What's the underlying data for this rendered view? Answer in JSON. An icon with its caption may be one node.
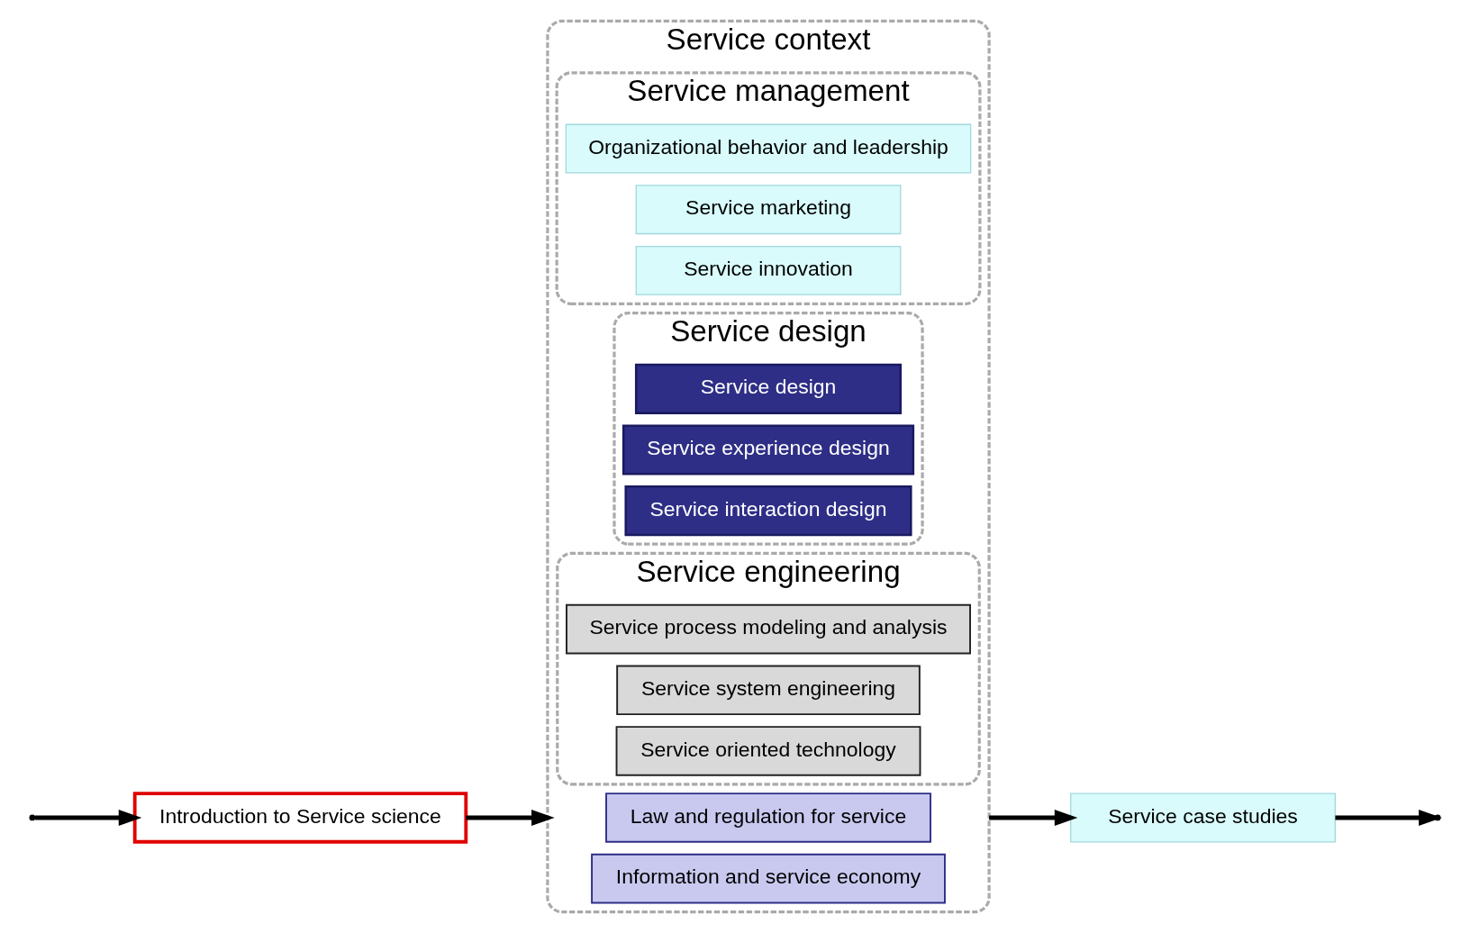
{
  "diagram": {
    "nodes": [
      {
        "text": [
          "Introduction to Service science"
        ]
      },
      {
        "text": [
          "Service case studies"
        ]
      },
      {
        "text": [
          "Service context"
        ]
      },
      {
        "text": [
          "Law and regulation for service"
        ],
        "in": 2
      },
      {
        "text": [
          "Information and service economy"
        ],
        "in": 2
      },
      {
        "text": [
          "Service management"
        ],
        "in": 2
      },
      {
        "text": [
          "Organizational behavior and leadership"
        ],
        "in": 5
      },
      {
        "text": [
          "Service marketing"
        ],
        "in": 5
      },
      {
        "text": [
          "Service innovation"
        ],
        "in": 5
      },
      {
        "text": [
          "Service design"
        ],
        "in": 2
      },
      {
        "text": [
          "Service design"
        ],
        "in": 9
      },
      {
        "text": [
          "Service experience design"
        ],
        "in": 9
      },
      {
        "text": [
          "Service interaction design"
        ],
        "in": 9
      },
      {
        "text": [
          "Service engineering"
        ],
        "in": 2
      },
      {
        "text": [
          "Service process modeling and analysis"
        ],
        "in": 13
      },
      {
        "text": [
          "Service system engineering"
        ],
        "in": 13
      },
      {
        "text": [
          "Service oriented technology"
        ],
        "in": 13
      }
    ],
    "edges": [
      {
        "from": null,
        "to": 0,
        "arrow": "to"
      },
      {
        "from": 0,
        "to": 2,
        "arrow": "to"
      },
      {
        "from": 2,
        "to": 1,
        "arrow": "to"
      },
      {
        "from": 1,
        "to": null,
        "arrow": "to"
      }
    ]
  }
}
